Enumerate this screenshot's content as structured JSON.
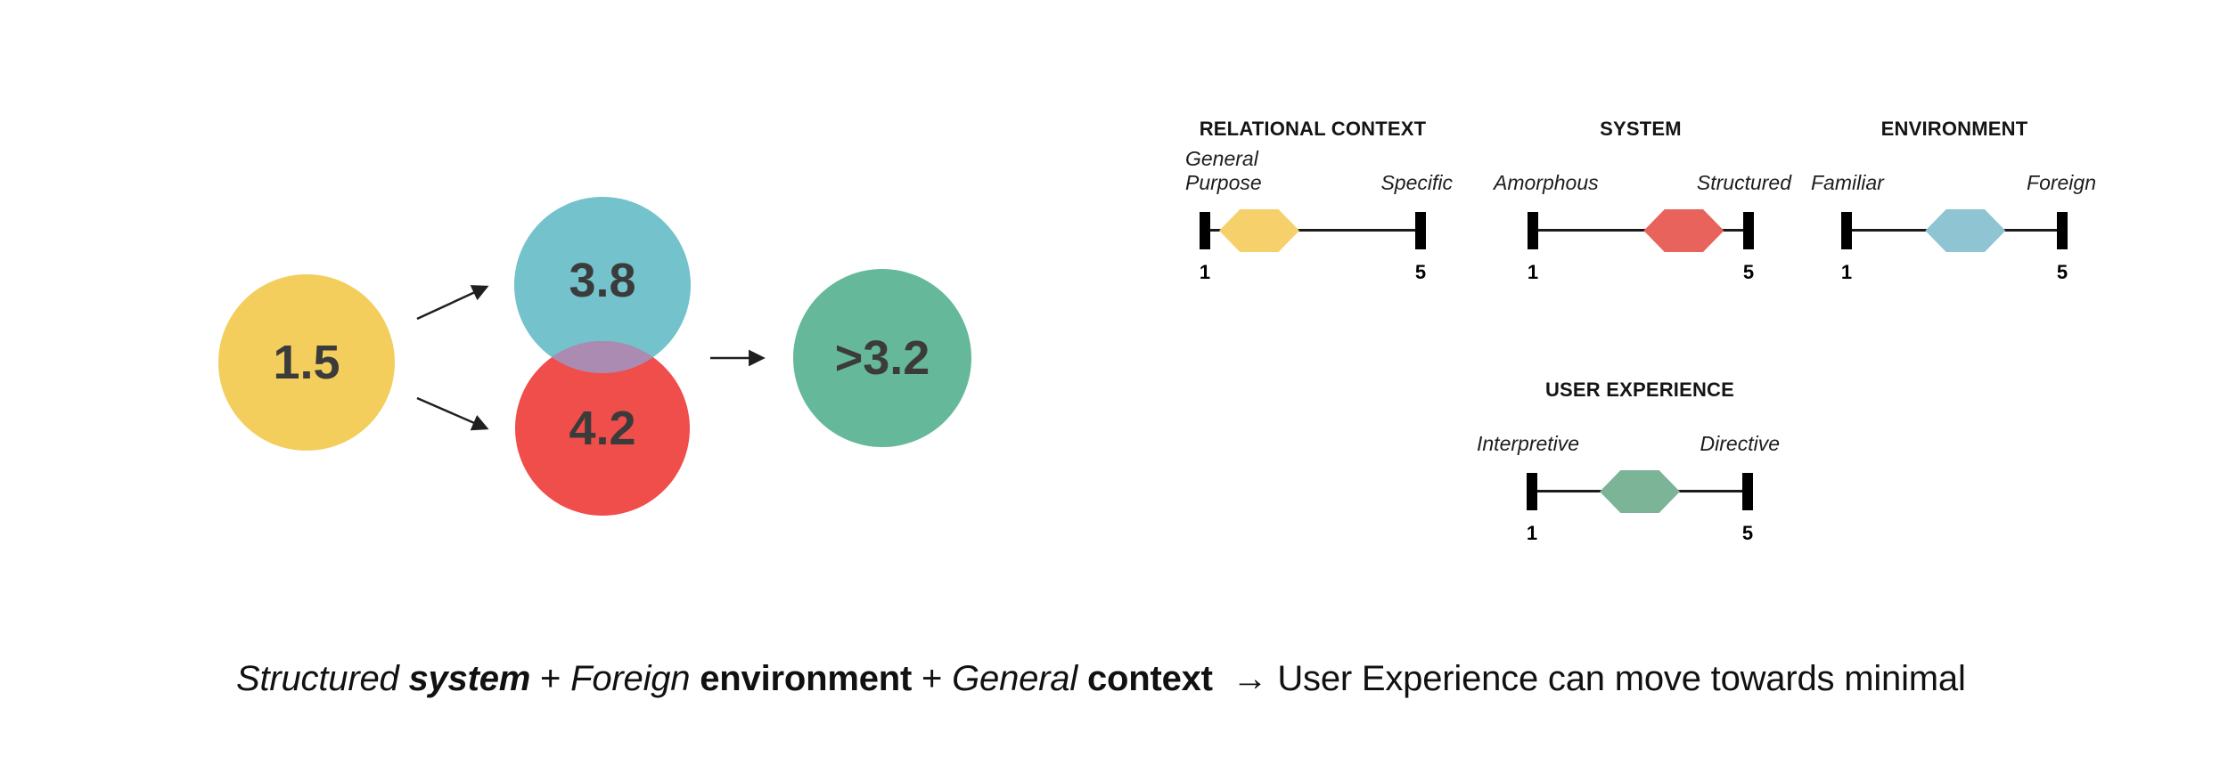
{
  "venn": {
    "number_color": "#3B3B3B",
    "overlap_color": "#AC8BB3",
    "nodes": [
      {
        "id": "relational-context",
        "value": "1.5",
        "color": "#F3CE5D"
      },
      {
        "id": "environment",
        "value": "3.8",
        "color": "#73C2CC"
      },
      {
        "id": "system",
        "value": "4.2",
        "color": "#EF4E4B"
      },
      {
        "id": "outcome",
        "value": ">3.2",
        "color": "#66B89A"
      }
    ]
  },
  "scales": [
    {
      "title": "RELATIONAL CONTEXT",
      "left_label": "General\nPurpose",
      "right_label": "Specific",
      "min": "1",
      "max": "5",
      "marker_color": "#F6D06B",
      "fraction": 0.252
    },
    {
      "title": "SYSTEM",
      "left_label": "Amorphous",
      "right_label": "Structured",
      "min": "1",
      "max": "5",
      "marker_color": "#E7635B",
      "fraction": 0.7
    },
    {
      "title": "ENVIRONMENT",
      "left_label": "Familiar",
      "right_label": "Foreign",
      "min": "1",
      "max": "5",
      "marker_color": "#8FC4D2",
      "fraction": 0.551
    },
    {
      "title": "USER EXPERIENCE",
      "left_label": "Interpretive",
      "right_label": "Directive",
      "min": "1",
      "max": "5",
      "marker_color": "#7CB498",
      "fraction": 0.5
    }
  ],
  "caption": {
    "segments": [
      {
        "text": "Structured ",
        "emphasis": "italic"
      },
      {
        "text": "system",
        "emphasis": "bold-italic"
      },
      {
        "text": " + ",
        "emphasis": "regular"
      },
      {
        "text": "Foreign ",
        "emphasis": "italic"
      },
      {
        "text": "environment",
        "emphasis": "bold"
      },
      {
        "text": " + ",
        "emphasis": "regular"
      },
      {
        "text": "General ",
        "emphasis": "italic"
      },
      {
        "text": "context",
        "emphasis": "bold"
      },
      {
        "text": "  → User Experience can move towards minimal",
        "emphasis": "regular"
      }
    ]
  }
}
